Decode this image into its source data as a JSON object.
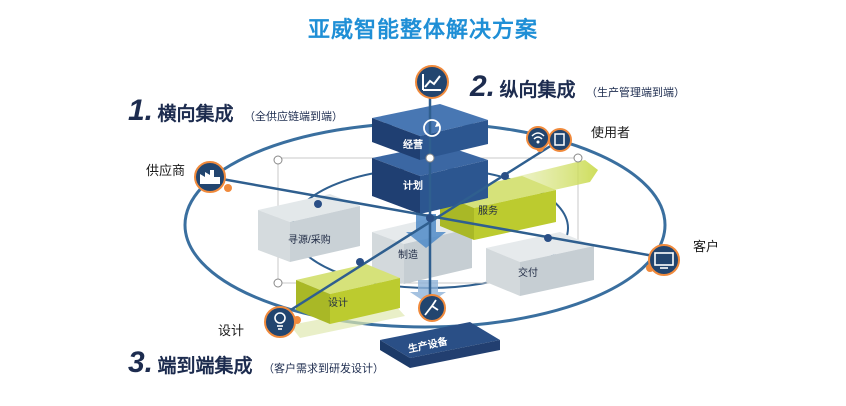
{
  "title": "亚威智能整体解决方案",
  "headings": {
    "horizontal": {
      "num": "1.",
      "main": "横向集成",
      "sub": "（全供应链端到端）"
    },
    "vertical": {
      "num": "2.",
      "main": "纵向集成",
      "sub": "（生产管理端到端）"
    },
    "endtoend": {
      "num": "3.",
      "main": "端到端集成",
      "sub": "（客户需求到研发设计）"
    }
  },
  "nodes": {
    "supplier": "供应商",
    "user": "使用者",
    "customer": "客户",
    "design": "设计"
  },
  "blocks": {
    "operation": "经营",
    "planning": "计划",
    "service": "服务",
    "sourcing": "寻源/采购",
    "manufacturing": "制造",
    "delivery": "交付",
    "design_block": "设计",
    "equipment": "生产设备"
  },
  "colors": {
    "accent": "#1f8fd6",
    "navy": "#2a4f86",
    "lime": "#b7c82e",
    "gray": "#c9d1d6",
    "ring": "#2f6aa0",
    "orange": "#f08a3c"
  }
}
